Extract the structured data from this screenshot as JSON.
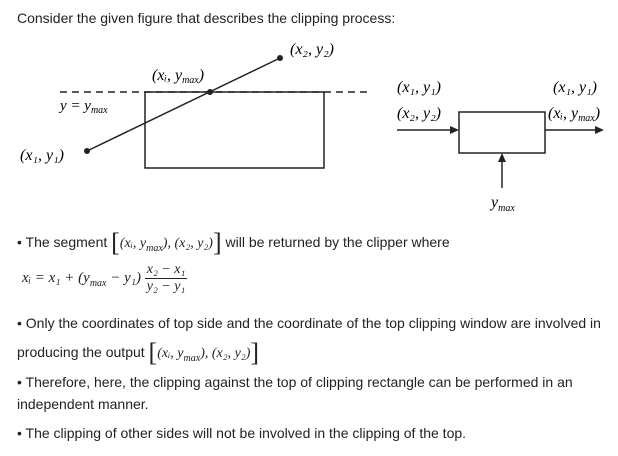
{
  "intro": "Consider the given figure that describes the clipping process:",
  "figure": {
    "left": {
      "label_p2": "(x₂, y₂)",
      "label_pi": "(xᵢ, y",
      "label_pi_sub": "max",
      "label_pi_end": ")",
      "label_ymax_a": "y = y",
      "label_ymax_sub": "max",
      "label_p1": "(x₁, y₁)"
    },
    "right": {
      "in_top": "(x₁, y₁)",
      "in_bottom": "(x₂, y₂)",
      "out_top": "(x₁, y₁)",
      "out_bottom_a": "(xᵢ, y",
      "out_bottom_sub": "max",
      "out_bottom_end": ")",
      "bottom_label": "y",
      "bottom_label_sub": "max"
    }
  },
  "bullets": [
    {
      "pre": "• The segment",
      "post": "will be returned by the clipper where"
    },
    {
      "line1": "• Only the coordinates of top side and the coordinate of the top clipping window are involved in",
      "line2": "producing the output"
    },
    {
      "line1": "• Therefore, here, the clipping against the top of clipping rectangle can be performed in an",
      "line2": "independent manner."
    },
    {
      "line1": "• The clipping of other sides will not be involved in the clipping of the top."
    }
  ],
  "math": {
    "segment": "(xᵢ, y",
    "segment_sub": "max",
    "segment_end": "), (x₂, y₂)",
    "formula_lhs": "xᵢ = x₁ + (y",
    "formula_sub": "max",
    "formula_mid": " − y₁)",
    "frac_num": "x₂ − x₁",
    "frac_den": "y₂ − y₁"
  }
}
